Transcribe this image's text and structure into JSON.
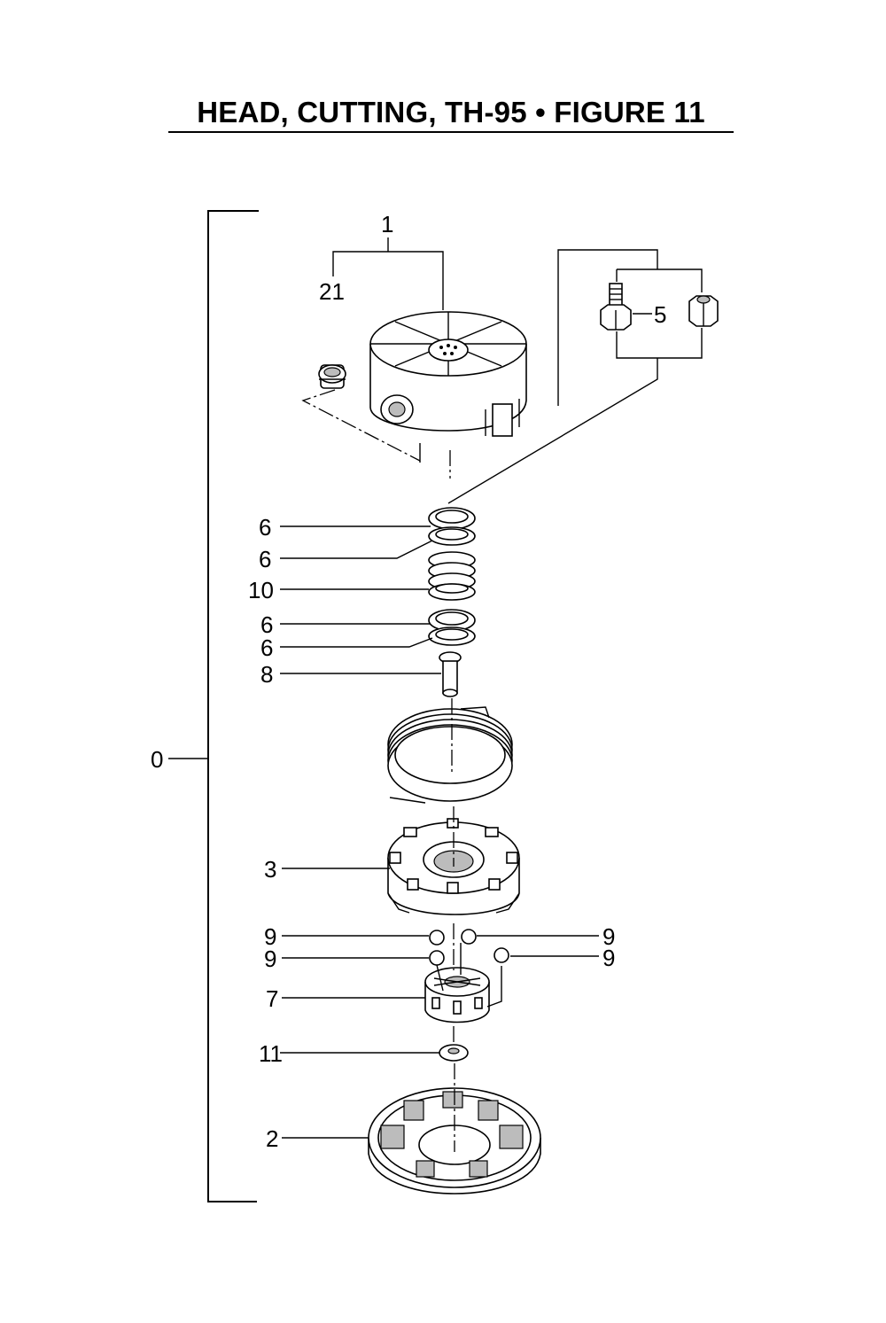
{
  "title": "HEAD, CUTTING, TH-95  •  FIGURE 11",
  "callouts": {
    "assembly": "0",
    "housing": "1",
    "plug": "21",
    "bolt": "5",
    "washer_a": "6",
    "washer_b": "6",
    "spring": "10",
    "washer_c": "6",
    "washer_d": "6",
    "pin": "8",
    "spool": "3",
    "ball_left_top": "9",
    "ball_left_bottom": "9",
    "ball_right_top": "9",
    "ball_right_bottom": "9",
    "cam": "7",
    "washer_small": "11",
    "cover": "2"
  }
}
